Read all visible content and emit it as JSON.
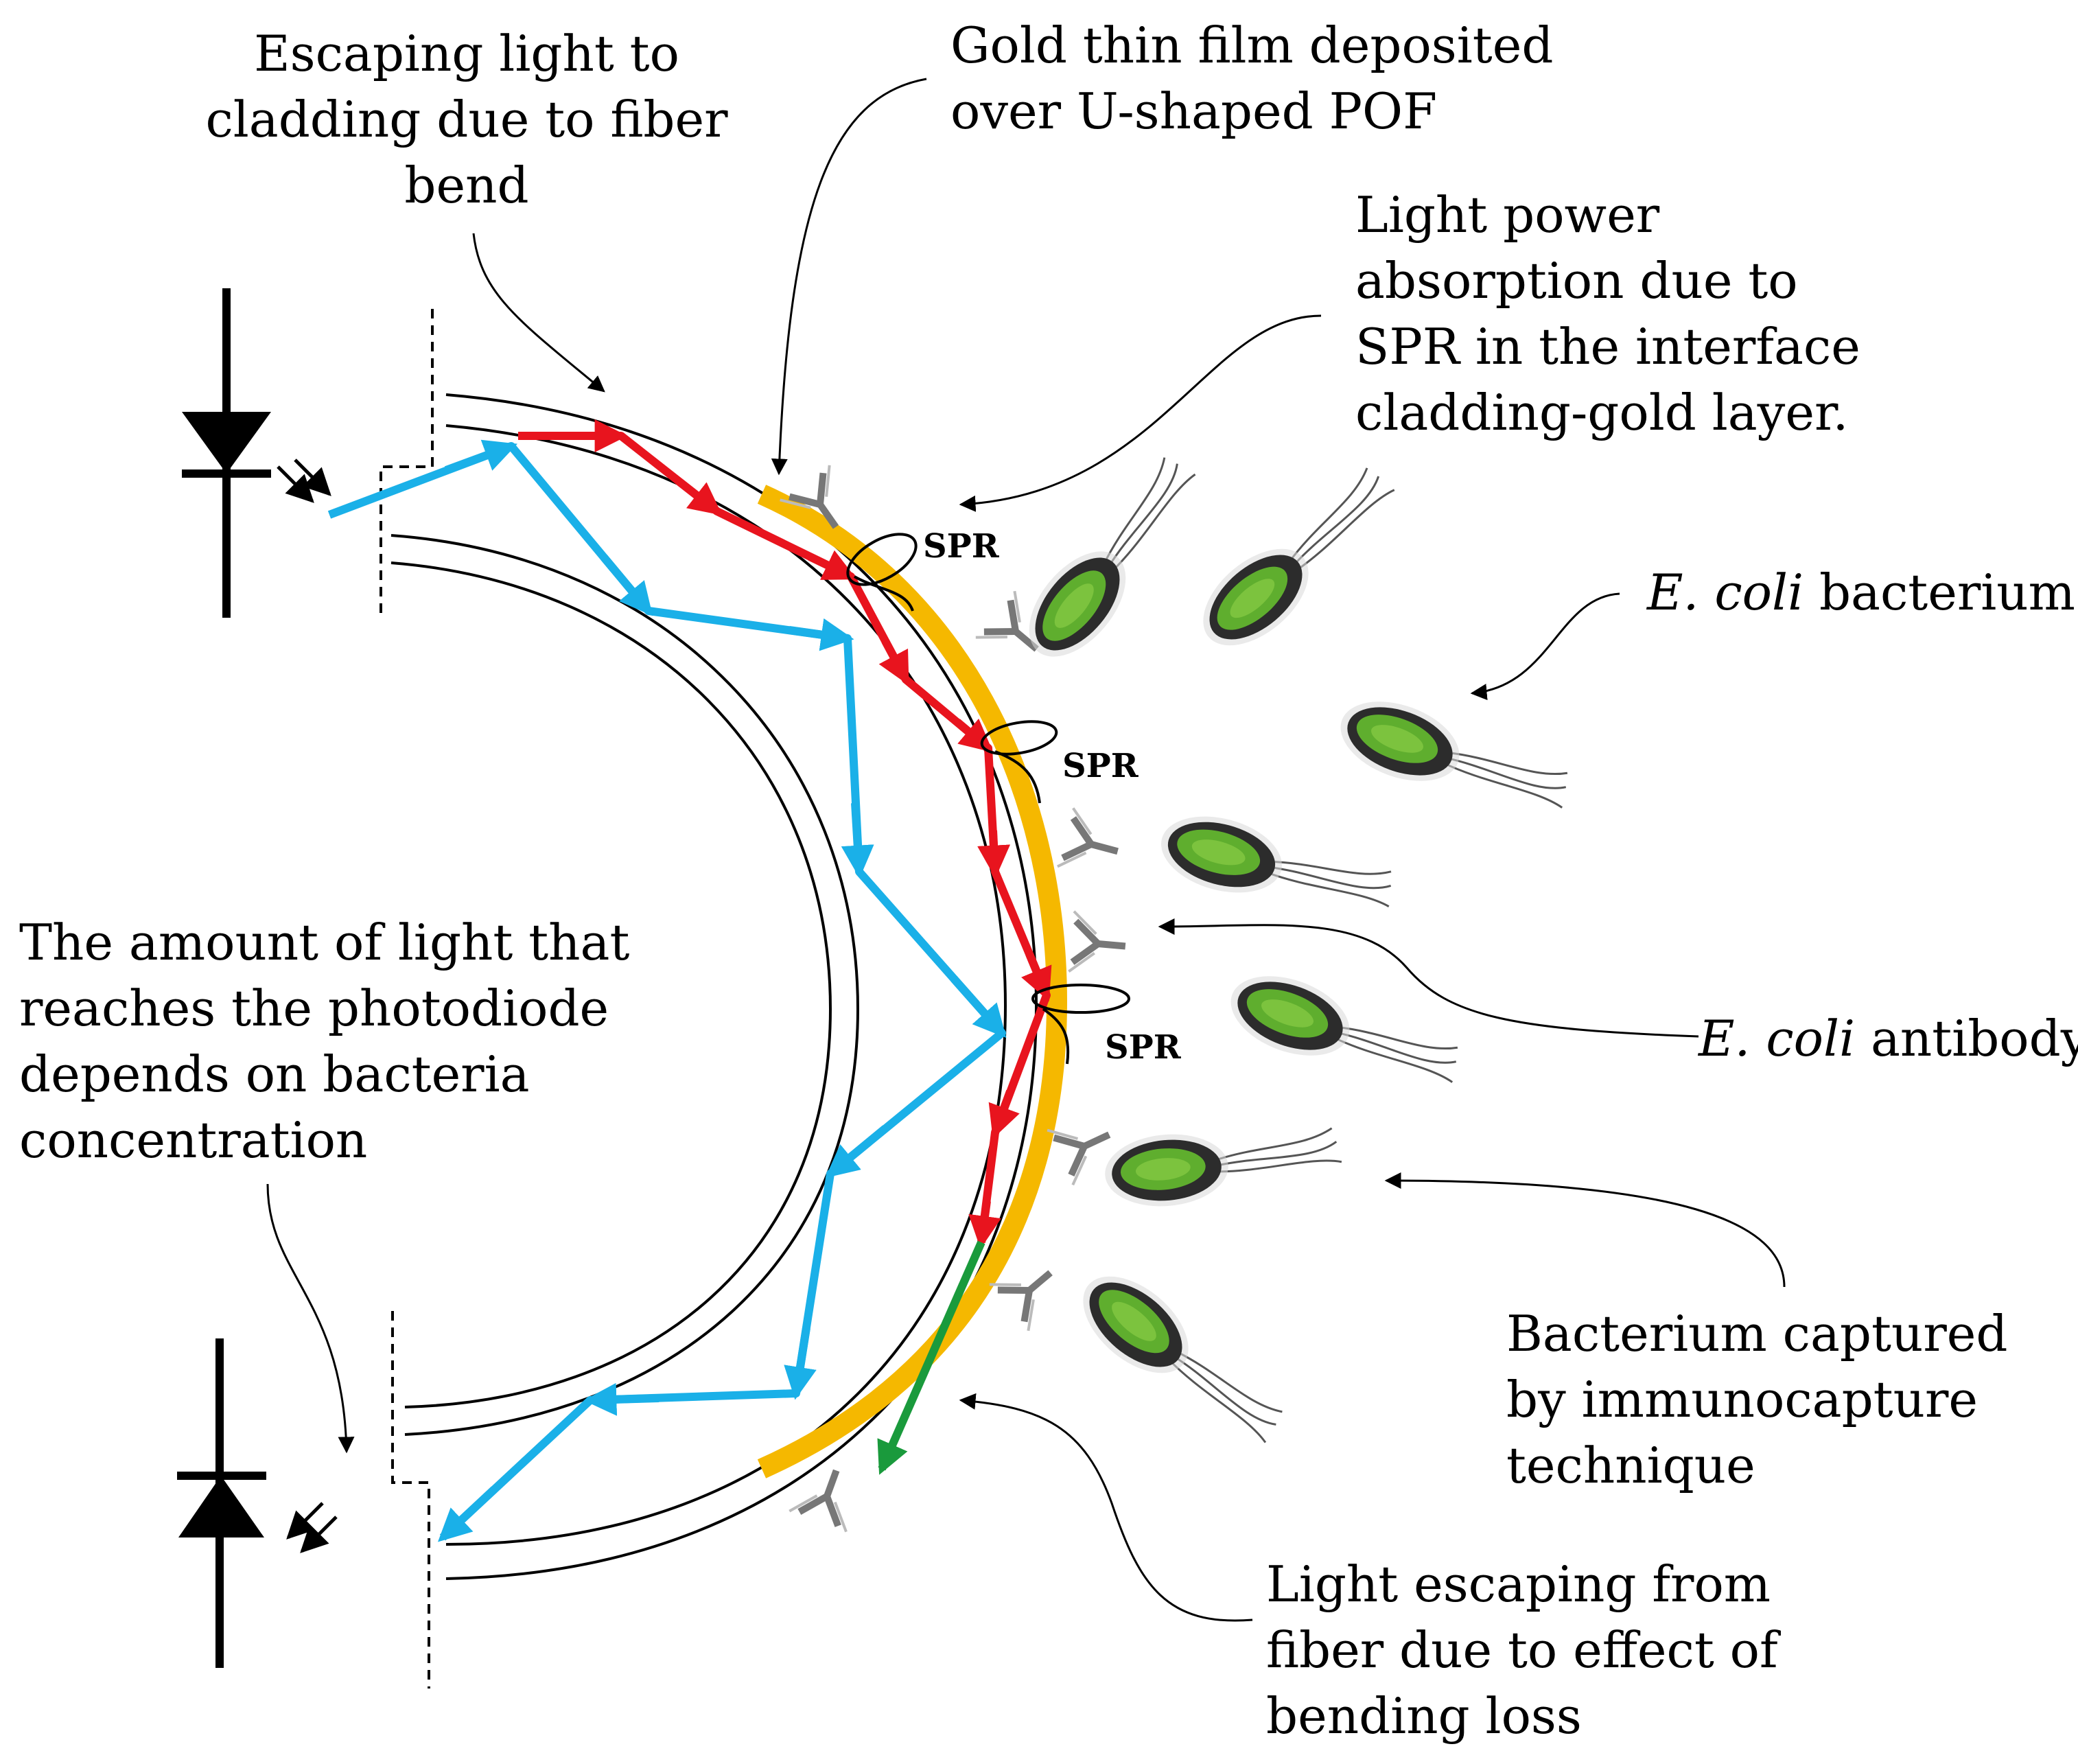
{
  "labels": {
    "escaping_cladding": [
      "Escaping light to",
      "cladding  due to fiber",
      "bend"
    ],
    "gold_film": [
      "Gold thin film deposited",
      "over U-shaped POF"
    ],
    "light_absorption": [
      "Light power",
      "absorption  due to",
      "SPR in the interface",
      "cladding-gold  layer."
    ],
    "ecoli_bacterium": {
      "italic": "E. coli",
      "rest": " bacterium"
    },
    "amount_light": [
      "The amount of light that",
      "reaches the photodiode",
      "depends on bacteria",
      "concentration"
    ],
    "ecoli_antibody": {
      "italic": "E. coli",
      "rest": " antibody"
    },
    "bacterium_captured": [
      "Bacterium  captured",
      "by immunocapture",
      "technique"
    ],
    "light_escaping": [
      "Light escaping  from",
      "fiber due to effect of",
      "bending loss"
    ]
  },
  "spr_labels": [
    "SPR",
    "SPR",
    "SPR"
  ],
  "colors": {
    "gold": "#f5b800",
    "cyan_ray": "#1ab0e8",
    "red_ray": "#e8141e",
    "green_ray": "#1a9a3c",
    "bacterium_body": "#5fae2e",
    "line": "#000000"
  },
  "icons": {
    "source": "photodiode-emitter-icon",
    "detector": "photodiode-detector-icon",
    "antibody": "y-antibody-icon",
    "bacterium": "ecoli-bacterium-icon"
  }
}
